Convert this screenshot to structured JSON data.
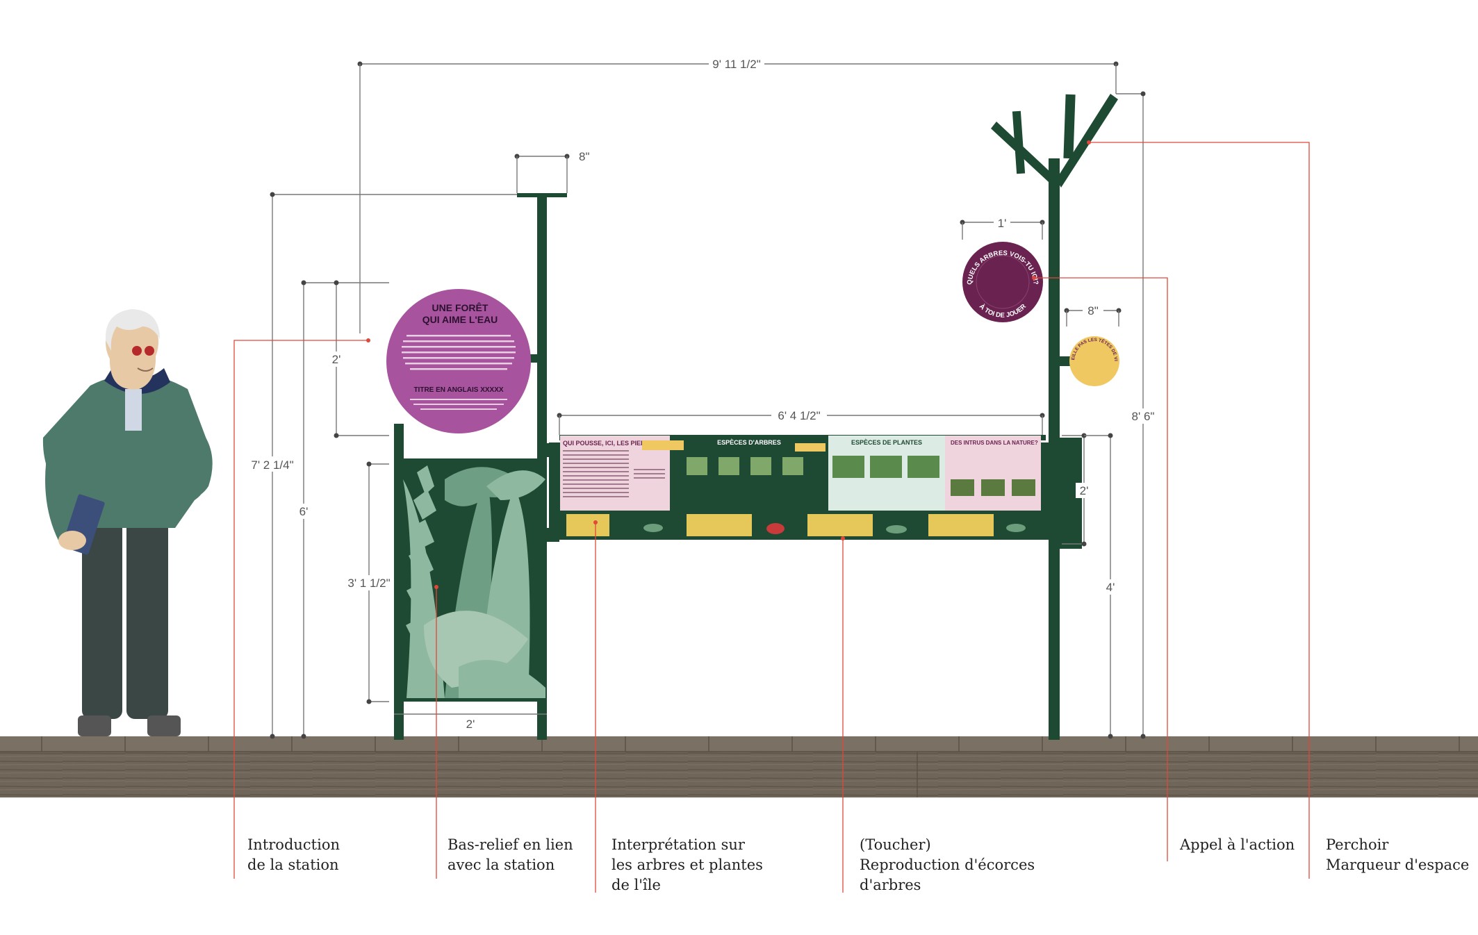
{
  "dimensions": {
    "overall_width": "9' 11 1/2\"",
    "post_top_width": "8\"",
    "intro_post_height": "7' 2 1/4\"",
    "intro_sign_top_height": "6'",
    "intro_sign_diameter": "2'",
    "bas_relief_height": "3' 1 1/2\"",
    "bas_relief_width": "2'",
    "panel_width": "6' 4 1/2\"",
    "panel_height": "2'",
    "panel_bottom_height": "4'",
    "call_sign_diameter": "1'",
    "small_sign_diameter": "8\"",
    "perch_height": "8' 6\""
  },
  "intro_sign": {
    "title_line1": "UNE FORÊT",
    "title_line2": "QUI AIME L'EAU",
    "subtitle": "TITRE EN ANGLAIS XXXXX"
  },
  "call_sign": {
    "top_text": "QUELS ARBRES VOIS-TU ICI?",
    "bottom_text": "À TOI DE JOUER"
  },
  "small_sign": {
    "text": "NE CUEILLE PAS LES TÊTES DE VIOLON"
  },
  "panel": {
    "section1_title": "QUI POUSSE, ICI, LES PIEDS DANS L'EAU?",
    "section2_title": "ESPÈCES D'ARBRES",
    "section3_title": "ESPÈCES DE PLANTES",
    "section4_title": "DES INTRUS DANS LA NATURE?"
  },
  "captions": {
    "intro": "Introduction\nde la station",
    "bas_relief": "Bas-relief en lien\navec la station",
    "interpretation": "Interprétation sur\nles arbres et plantes\nde l'île",
    "touch": "(Toucher)\nReproduction d'écorces\nd'arbres",
    "call": "Appel à l'action",
    "perch": "Perchoir\nMarqueur d'espace"
  },
  "colors": {
    "structure_green": "#1e4a34",
    "sign_purple": "#a8539e",
    "call_purple": "#6a2350",
    "small_sign_yellow": "#efc862",
    "fern_light": "#8fb8a0",
    "fern_dark": "#6e9e84",
    "leader_red": "#e0483a",
    "boardwalk": "#6f6559"
  }
}
